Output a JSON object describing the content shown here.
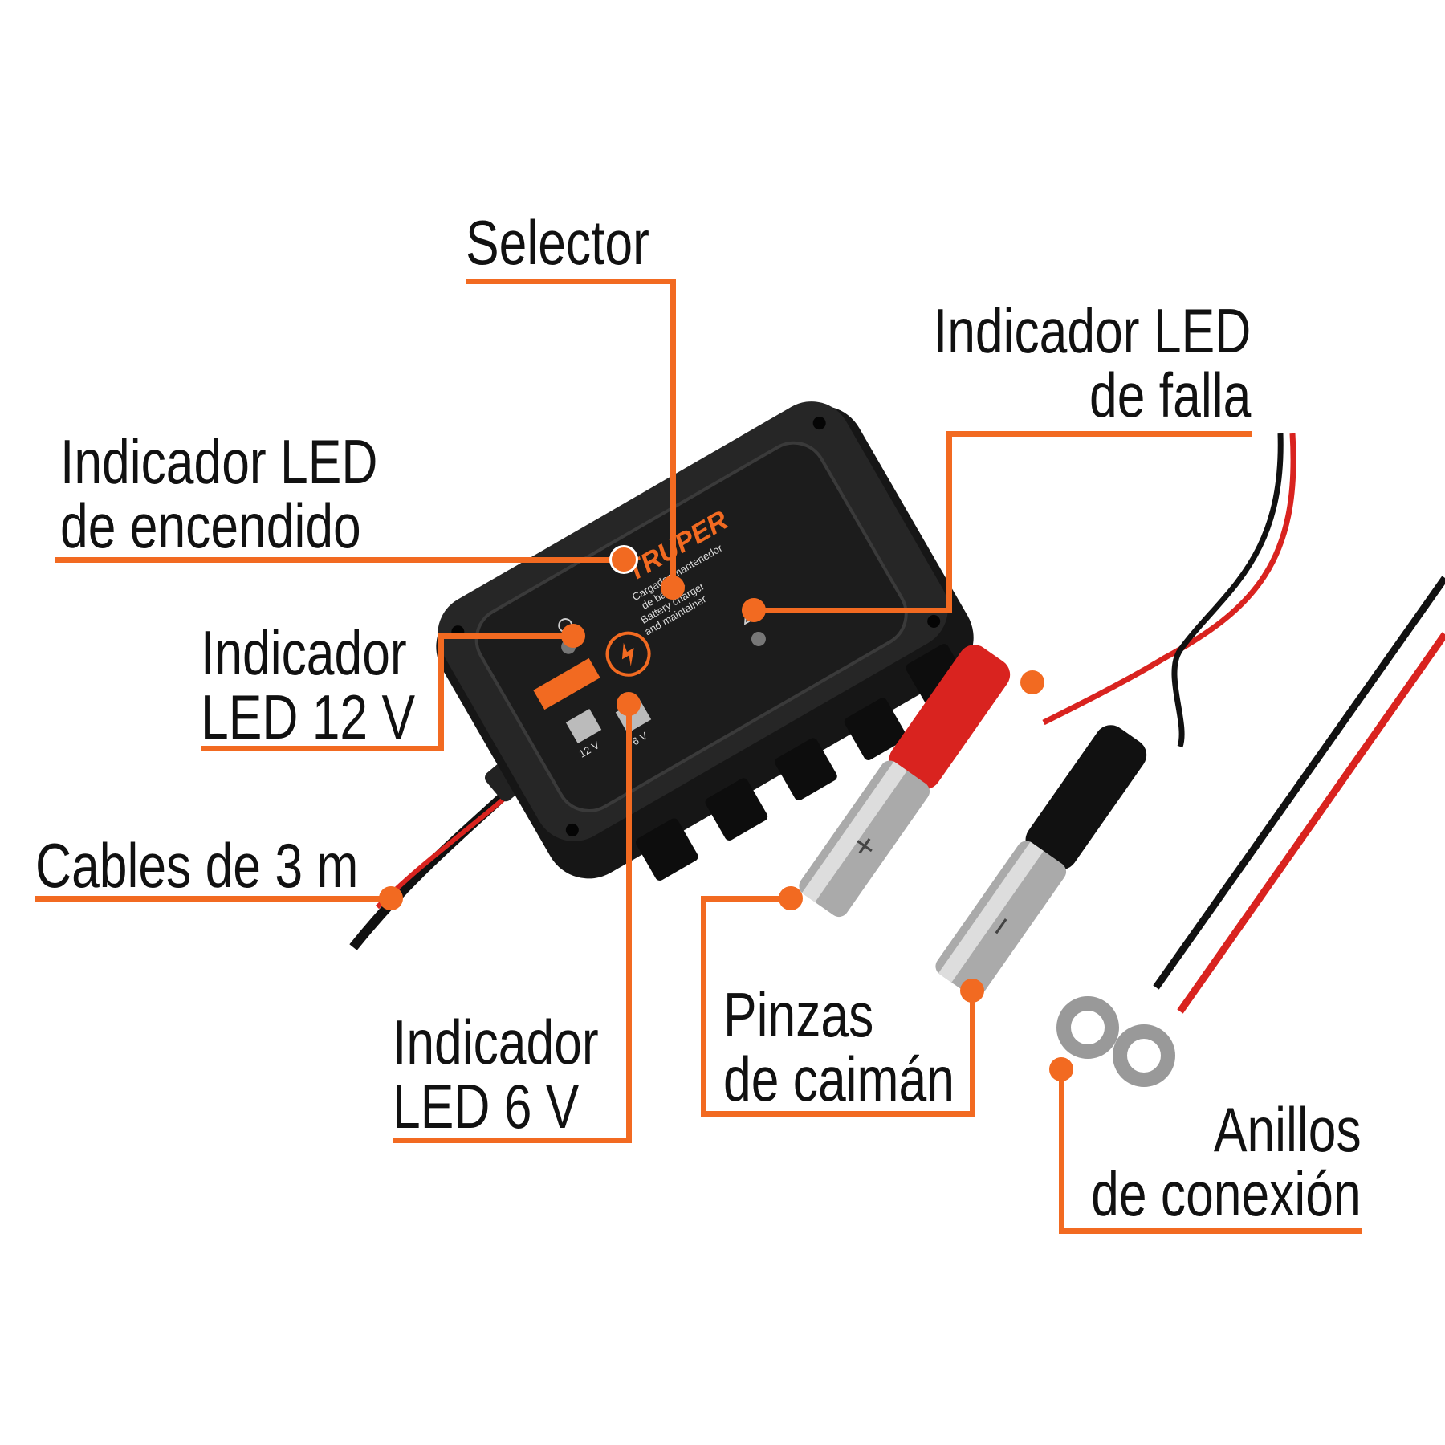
{
  "accent_color": "#f26a21",
  "labels": {
    "selector": [
      "Selector"
    ],
    "power_led": [
      "Indicador LED",
      "de encendido"
    ],
    "fault_led": [
      "Indicador LED",
      "de falla"
    ],
    "led_12v": [
      "Indicador",
      "LED 12 V"
    ],
    "cables": [
      "Cables de 3 m"
    ],
    "led_6v": [
      "Indicador",
      "LED 6 V"
    ],
    "clamps": [
      "Pinzas",
      "de caimán"
    ],
    "rings": [
      "Anillos",
      "de conexión"
    ]
  },
  "device": {
    "brand": "TRUPER",
    "description": [
      "Cargador/mantenedor",
      "de batería",
      "Battery charger",
      "and maintainer"
    ],
    "button_12v": "12 V",
    "button_6v": "6 V",
    "icons": [
      "power-icon",
      "warning-icon",
      "lightning-icon"
    ]
  },
  "clamps": {
    "positive_symbol": "+",
    "negative_symbol": "−",
    "positive_color": "#d9231f",
    "negative_color": "#111111"
  }
}
